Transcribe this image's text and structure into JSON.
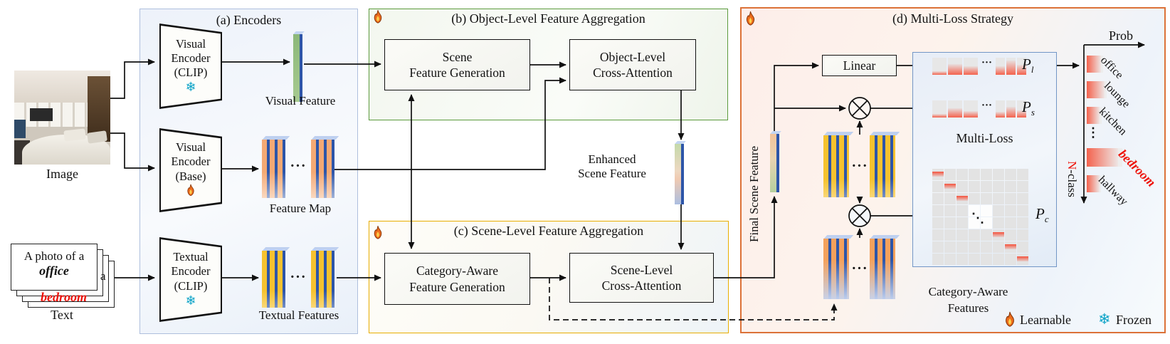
{
  "panels": {
    "a": {
      "label": "(a) Encoders"
    },
    "b": {
      "label": "(b) Object-Level Feature Aggregation"
    },
    "c": {
      "label": "(c) Scene-Level Feature Aggregation"
    },
    "d": {
      "label": "(d) Multi-Loss Strategy"
    }
  },
  "inputs": {
    "image_caption": "Image",
    "text_caption": "Text",
    "prompt_line1": "A photo of a",
    "prompt_word": "office",
    "prompt_partial": "a",
    "prompt_red_word": "bedroom"
  },
  "encoders": {
    "visual_clip": "Visual\nEncoder\n(CLIP)",
    "visual_base": "Visual\nEncoder\n(Base)",
    "textual_clip": "Textual\nEncoder\n(CLIP)"
  },
  "features": {
    "visual_feature": "Visual Feature",
    "feature_map": "Feature Map",
    "textual_features": "Textual Features",
    "enhanced_scene_feature": "Enhanced\nScene Feature",
    "final_scene_feature": "Final Scene Feature",
    "category_aware_features": "Category-Aware\nFeatures"
  },
  "blocks": {
    "scene_feature_generation": "Scene\nFeature Generation",
    "object_cross_attention": "Object-Level\nCross-Attention",
    "category_aware_generation": "Category-Aware\nFeature Generation",
    "scene_cross_attention": "Scene-Level\nCross-Attention",
    "linear": "Linear",
    "multi_loss": "Multi-Loss"
  },
  "outputs": {
    "p_l": {
      "base": "P",
      "sub": "l"
    },
    "p_s": {
      "base": "P",
      "sub": "s"
    },
    "p_c": {
      "base": "P",
      "sub": "c"
    },
    "hdots": "···",
    "vdots": "⋮",
    "ddots": "⋱"
  },
  "legend": {
    "learnable": "Learnable",
    "frozen": "Frozen"
  },
  "colors": {
    "red_accent": "#ee1209",
    "panel_b_border": "#5b9a3c",
    "panel_c_border": "#e8ad00",
    "panel_d_border": "#dc7238",
    "multiloss_border": "#7296c6",
    "ribbon_blue": "#2d55a8",
    "heat_red": "#f4624d",
    "snowflake_teal": "#0ca3c7"
  },
  "chart_data": [
    {
      "type": "bar",
      "title": "Prob",
      "orientation": "horizontal",
      "categories": [
        "office",
        "lounge",
        "kitchen",
        "bedroom",
        "hallway"
      ],
      "values": [
        0.18,
        0.24,
        0.16,
        0.48,
        0.15
      ],
      "highlight": "bedroom",
      "xlabel": "Prob",
      "ylabel": "N-class",
      "note": "relative probabilities estimated from bar lengths; ellipsis row between kitchen and bedroom"
    },
    {
      "type": "heatmap",
      "name": "P_l logit strip",
      "groups": [
        [
          20,
          62,
          48
        ],
        [
          48,
          85,
          58
        ]
      ]
    },
    {
      "type": "heatmap",
      "name": "P_s logit strip",
      "groups": [
        [
          22,
          55,
          38
        ],
        [
          32,
          62,
          42
        ]
      ]
    },
    {
      "type": "heatmap",
      "name": "P_c matrix",
      "size": 8,
      "diagonal_highlight": [
        0,
        1,
        2,
        5,
        6,
        7
      ],
      "center_symbol": "⋱"
    }
  ]
}
